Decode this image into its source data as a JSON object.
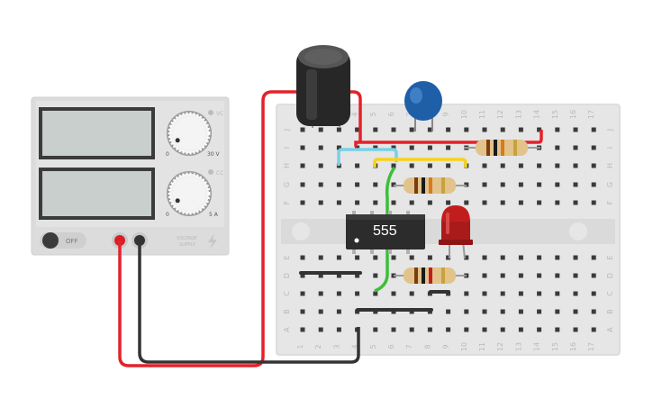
{
  "supply": {
    "vc_label": "VC",
    "cc_label": "CC",
    "voltage_min": "0",
    "voltage_max": "30 V",
    "current_min": "0",
    "current_max": "5 A",
    "power_switch": "OFF",
    "brand_line1": "VOLTAGE",
    "brand_line2": "SUPPLY",
    "voltage_knob_level": 0.05,
    "current_knob_level": 0.05
  },
  "breadboard": {
    "columns": [
      "1",
      "2",
      "3",
      "4",
      "5",
      "6",
      "7",
      "8",
      "9",
      "10",
      "11",
      "12",
      "13",
      "14",
      "15",
      "16",
      "17"
    ],
    "rows_top": [
      "J",
      "I",
      "H",
      "G",
      "F"
    ],
    "rows_bottom": [
      "E",
      "D",
      "C",
      "B",
      "A"
    ]
  },
  "components": {
    "ic_label": "555"
  },
  "colors": {
    "wire_red": "#e3222a",
    "wire_black": "#333333",
    "wire_cyan": "#79d1e4",
    "wire_yellow": "#f5d31e",
    "wire_green": "#3cbf3a",
    "led_red": "#c21d1d",
    "capacitor_blue": "#1f5fa8"
  }
}
